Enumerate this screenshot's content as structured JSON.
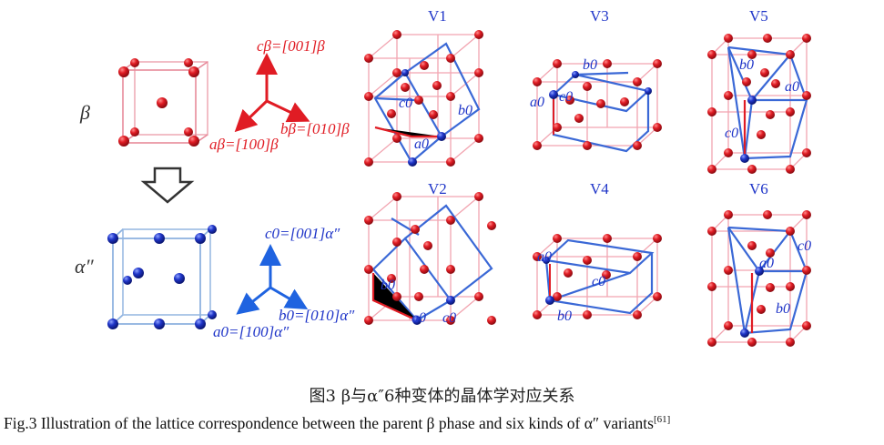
{
  "labels": {
    "beta": "β",
    "alpha": "α″",
    "beta_c_axis": "cβ=[001]β",
    "beta_b_axis": "bβ=[010]β",
    "beta_a_axis": "aβ=[100]β",
    "alpha_c_axis": "c0=[001]α″",
    "alpha_b_axis": "b0=[010]α″",
    "alpha_a_axis": "a0=[100]α″",
    "axis_a0": "a0",
    "axis_b0": "b0",
    "axis_c0": "c0"
  },
  "variants": [
    "V1",
    "V3",
    "V5",
    "V2",
    "V4",
    "V6"
  ],
  "caption": {
    "cn": "图3 β与α″6种变体的晶体学对应关系",
    "en_main": "Fig.3 Illustration of the lattice correspondence between the parent β phase and six kinds of α″ variants",
    "en_ref": "[61]"
  },
  "colors": {
    "red_atom": "#e01c24",
    "blue_atom": "#1f35c8",
    "beta_lines": "#e88a9a",
    "alpha_lines": "#8fb3e0",
    "variant_lines": "#3a68d6",
    "red_text": "#e01c24",
    "blue_text": "#1f35c8",
    "arrow": "#333333"
  }
}
